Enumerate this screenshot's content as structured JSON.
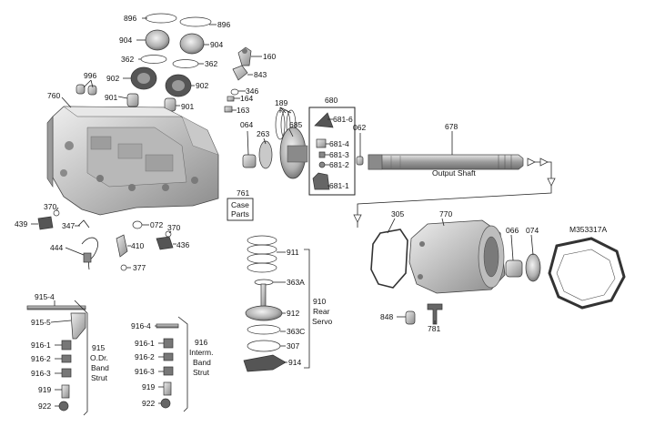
{
  "callouts": {
    "c896a": "896",
    "c896b": "896",
    "c904a": "904",
    "c904b": "904",
    "c362a": "362",
    "c362b": "362",
    "c996": "996",
    "c902a": "902",
    "c902b": "902",
    "c901a": "901",
    "c901b": "901",
    "c760": "760",
    "c160": "160",
    "c843": "843",
    "c346": "346",
    "c164": "164",
    "c163": "163",
    "c189": "189",
    "c064": "064",
    "c263": "263",
    "c685": "685",
    "c680": "680",
    "c6816": "681-6",
    "c6814": "681-4",
    "c6813": "681-3",
    "c6812": "681-2",
    "c6811": "681-1",
    "c062": "062",
    "c678": "678",
    "c370a": "370",
    "c439": "439",
    "c347": "347",
    "c072": "072",
    "c370b": "370",
    "c436": "436",
    "c444": "444",
    "c410": "410",
    "c377": "377",
    "c305": "305",
    "c770": "770",
    "c066": "066",
    "c074": "074",
    "c911": "911",
    "c363a": "363A",
    "c912": "912",
    "c363c": "363C",
    "c307": "307",
    "c914": "914",
    "c848": "848",
    "c781": "781",
    "c9154": "915-4",
    "c9155": "915-5",
    "c9161a": "916-1",
    "c9162a": "916-2",
    "c9163a": "916-3",
    "c919a": "919",
    "c922a": "922",
    "c9164": "916-4",
    "c9161b": "916-1",
    "c9162b": "916-2",
    "c9163b": "916-3",
    "c919b": "919",
    "c922b": "922"
  },
  "labels": {
    "output_shaft": "Output Shaft",
    "case_parts_1": "Case",
    "case_parts_2": "Parts",
    "code": "M353317A",
    "group_910_1": "910",
    "group_910_2": "Rear",
    "group_910_3": "Servo",
    "group_915_1": "915",
    "group_915_2": "O.Dr.",
    "group_915_3": "Band",
    "group_915_4": "Strut",
    "group_916_1": "916",
    "group_916_2": "Interm.",
    "group_916_3": "Band",
    "group_916_4": "Strut"
  },
  "colors": {
    "metal_light": "#d9d9d9",
    "metal_mid": "#b3b3b3",
    "metal_dark": "#7a7a7a",
    "line": "#222222"
  }
}
